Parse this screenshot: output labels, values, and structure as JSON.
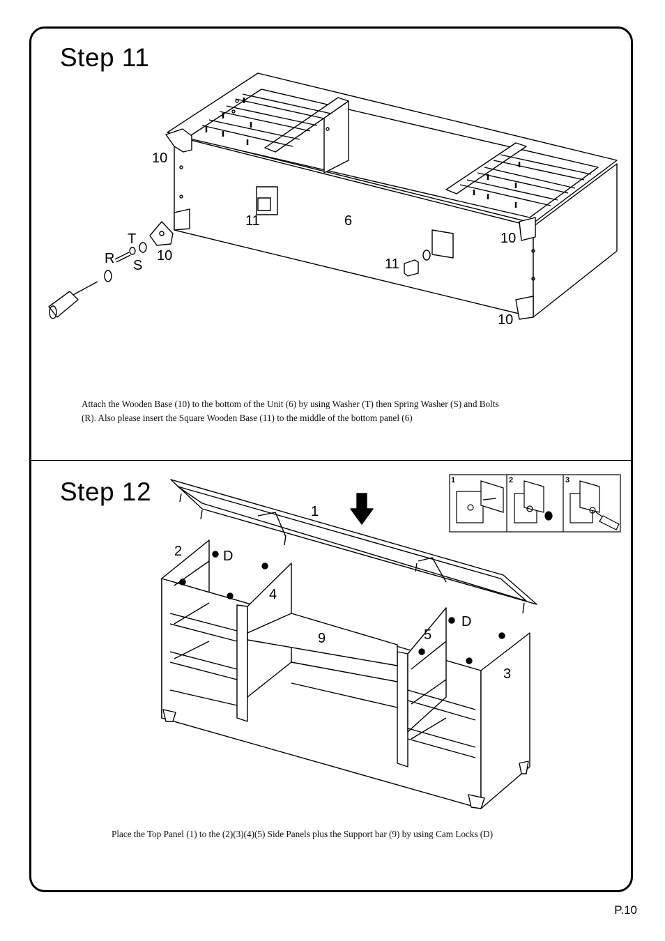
{
  "step11": {
    "title": "Step  11",
    "labels": {
      "p10a": "10",
      "p10b": "10",
      "p10c": "10",
      "p10d": "10",
      "p11a": "11",
      "p11b": "11",
      "p6": "6",
      "t": "T",
      "r": "R",
      "s": "S"
    },
    "caption_line1": "Attach the Wooden Base (10) to the bottom of the Unit (6)  by using Washer (T) then Spring Washer (S) and Bolts",
    "caption_line2": "(R).  Also please insert the Square Wooden Base (11) to the  middle of the bottom panel  (6)"
  },
  "step12": {
    "title": "Step  12",
    "labels": {
      "p1": "1",
      "p2": "2",
      "p3": "3",
      "p4": "4",
      "p5": "5",
      "p9": "9",
      "da": "D",
      "db": "D"
    },
    "inset_numbers": [
      "1",
      "2",
      "3"
    ],
    "caption": "Place the Top Panel (1) to the (2)(3)(4)(5) Side Panels plus the Support bar (9) by using Cam Locks (D)"
  },
  "page_number": "P.10"
}
